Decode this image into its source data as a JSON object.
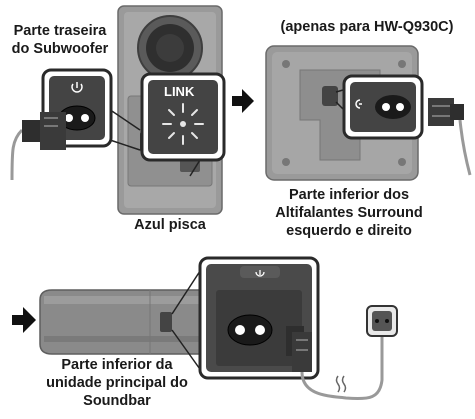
{
  "labels": {
    "subwoofer_rear": "Parte traseira\ndo Subwoofer",
    "model_note": "(apenas para HW-Q930C)",
    "blue_blink": "Azul pisca",
    "surround_bottom": "Parte inferior dos\nAltifalantes Surround\nesquerdo e direito",
    "soundbar_bottom": "Parte inferior da\nunidade principal do\nSoundbar",
    "link_button": "LINK"
  },
  "icons": [
    "power-cord-icon",
    "arrow-right-icon",
    "wall-outlet-icon",
    "link-blink-icon",
    "power-symbol-icon"
  ]
}
